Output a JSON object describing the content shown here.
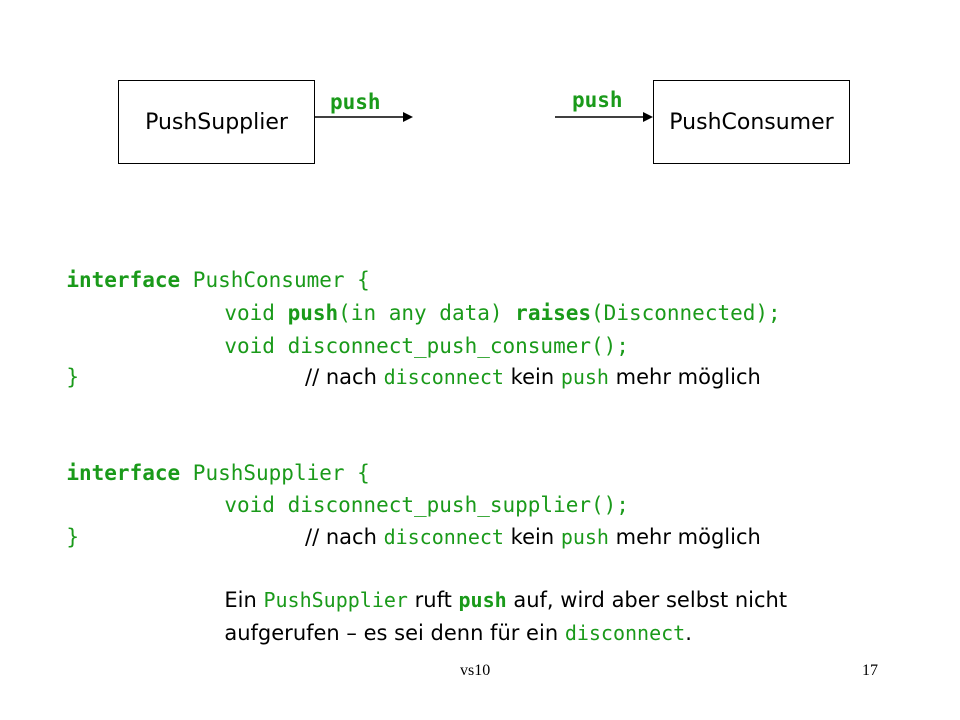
{
  "diagram": {
    "supplier_label": "PushSupplier",
    "consumer_label": "PushConsumer",
    "push_left": "push",
    "push_right": "push"
  },
  "consumer_if": {
    "kw_interface": "interface",
    "name": " PushConsumer {",
    "l2_void": "void ",
    "l2_push": "push",
    "l2_args": "(in any data) ",
    "l2_raises": "raises",
    "l2_exc": "(Disconnected);",
    "l3": "void disconnect_push_consumer();",
    "close": "}",
    "c_pre": "// nach ",
    "c_disconnect": "disconnect",
    "c_mid": " kein ",
    "c_push": "push",
    "c_post": " mehr möglich"
  },
  "supplier_if": {
    "kw_interface": "interface",
    "name": " PushSupplier {",
    "l2": "void disconnect_push_supplier();",
    "close": "}",
    "c_pre": "// nach ",
    "c_disconnect": "disconnect",
    "c_mid": " kein ",
    "c_push": "push",
    "c_post": " mehr möglich"
  },
  "note": {
    "p1": "Ein ",
    "p2": "PushSupplier",
    "p3": " ruft ",
    "p4": "push",
    "p5": " auf, wird aber selbst nicht",
    "p6": "aufgerufen – es sei denn für ein ",
    "p7": "disconnect",
    "p8": "."
  },
  "footer": {
    "left": "vs10",
    "right": "17"
  }
}
